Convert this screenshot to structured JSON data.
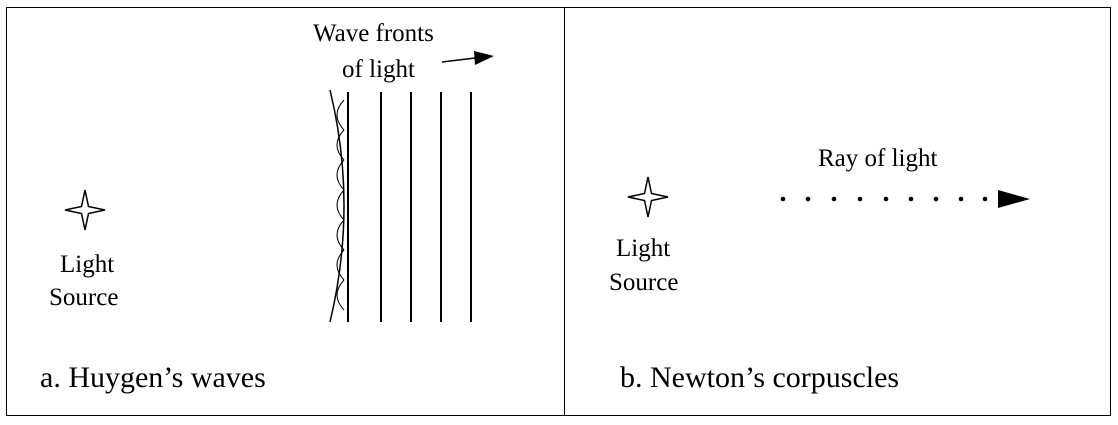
{
  "panel_a": {
    "wave_label_line1": "Wave fronts",
    "wave_label_line2": "of light",
    "source_line1": "Light",
    "source_line2": "Source",
    "caption": "a. Huygen’s waves"
  },
  "panel_b": {
    "ray_label": "Ray of light",
    "source_line1": "Light",
    "source_line2": "Source",
    "caption": "b. Newton’s corpuscles"
  },
  "colors": {
    "ink": "#000000",
    "background": "#ffffff"
  },
  "icons": {
    "source": "four-point-star-icon",
    "direction": "arrow-right-icon"
  }
}
